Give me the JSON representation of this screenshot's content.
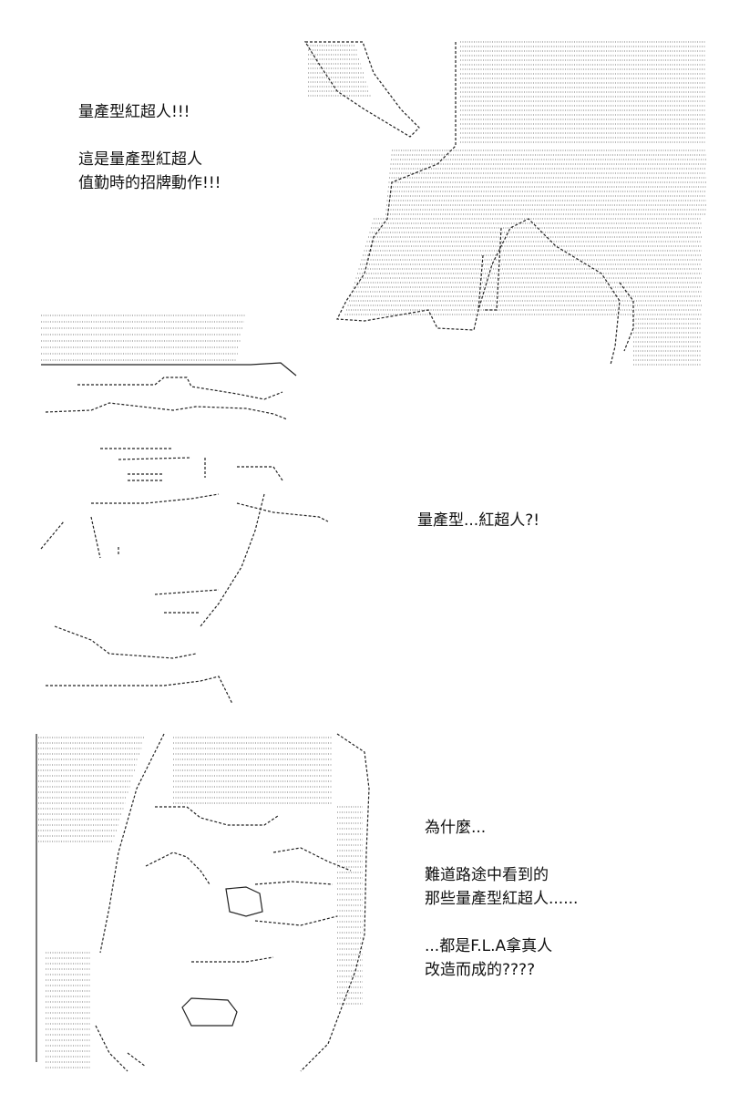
{
  "panel1": {
    "caption_lines": [
      "量產型紅超人!!!",
      "",
      "這是量產型紅超人",
      "值勤時的招牌動作!!!"
    ]
  },
  "panel2": {
    "caption_lines": [
      "量產型...紅超人?!"
    ]
  },
  "panel3": {
    "caption_lines": [
      "為什麼...",
      "",
      "難道路途中看到的",
      "那些量產型紅超人......",
      "",
      "...都是F.L.A拿真人",
      "改造而成的????"
    ]
  }
}
